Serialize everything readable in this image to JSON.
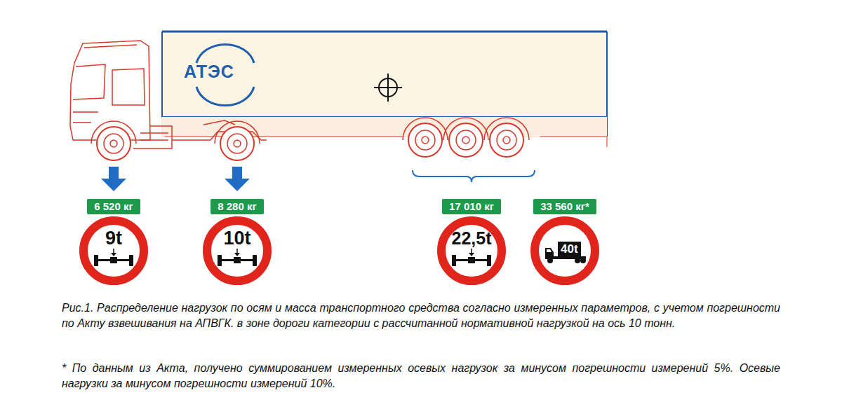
{
  "diagram": {
    "caption": "Рис.1. Распределение нагрузок по осям и масса транспортного средства согласно измеренных параметров, с учетом погрешности по Акту взвешивания на АПВГК. в зоне дороги категории с рассчитанной нормативной нагрузкой на ось 10 тонн.",
    "nodes": [
      {
        "text": [
          "6 520 кг"
        ]
      },
      {
        "text": [
          "8 280 кг"
        ]
      },
      {
        "text": [
          "17 010 кг"
        ]
      },
      {
        "text": [
          "33 560 кг*"
        ]
      },
      {
        "text": [
          "9t"
        ]
      },
      {
        "text": [
          "10t"
        ]
      },
      {
        "text": [
          "22,5t"
        ]
      },
      {
        "text": [
          "40t"
        ]
      }
    ],
    "labels": [
      "АТЭС",
      "* По данным из Акта, получено суммированием измеренных осевых нагрузок за минусом погрешности измерений 5%. Осевые нагрузки за минусом погрешности измерений 10%."
    ]
  }
}
